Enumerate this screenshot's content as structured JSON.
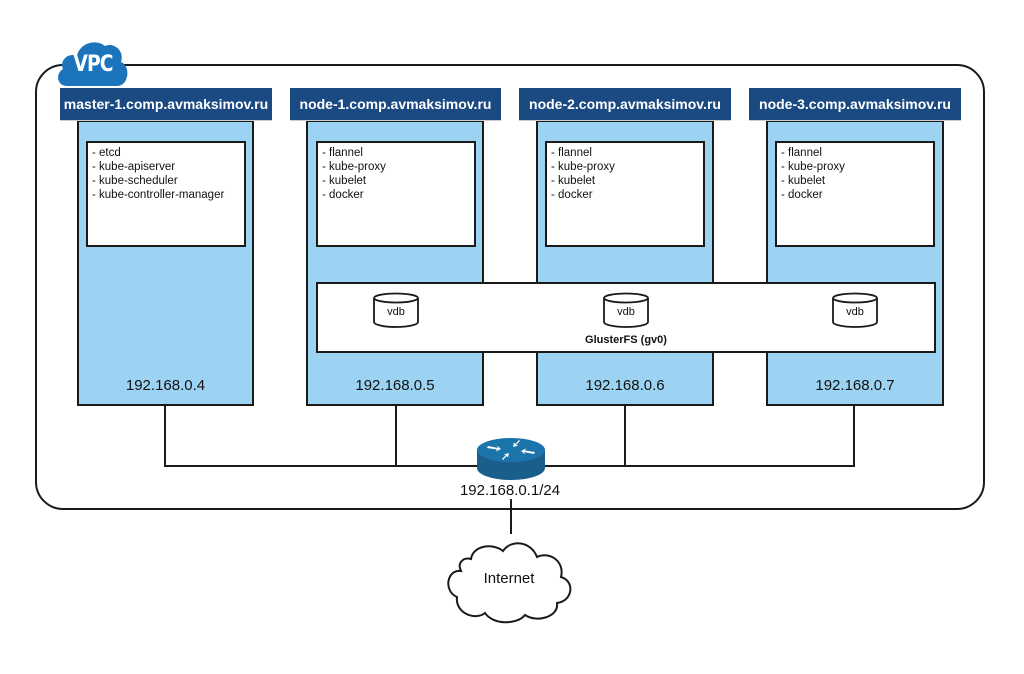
{
  "vpc": {
    "label": "VPC",
    "badge_color": "#1c75bc"
  },
  "colors": {
    "header_bg": "#1b4a82",
    "host_bg": "#9dd3f2",
    "router_color": "#1c6b9a"
  },
  "hosts": [
    {
      "name": "master-1.comp.avmaksimov.ru",
      "ip": "192.168.0.4",
      "services": [
        "- etcd",
        "- kube-apiserver",
        "- kube-scheduler",
        "- kube-controller-manager"
      ]
    },
    {
      "name": "node-1.comp.avmaksimov.ru",
      "ip": "192.168.0.5",
      "services": [
        "- flannel",
        "- kube-proxy",
        "- kubelet",
        "- docker"
      ]
    },
    {
      "name": "node-2.comp.avmaksimov.ru",
      "ip": "192.168.0.6",
      "services": [
        "- flannel",
        "- kube-proxy",
        "- kubelet",
        "- docker"
      ]
    },
    {
      "name": "node-3.comp.avmaksimov.ru",
      "ip": "192.168.0.7",
      "services": [
        "- flannel",
        "- kube-proxy",
        "- kubelet",
        "- docker"
      ]
    }
  ],
  "gluster": {
    "label": "GlusterFS (gv0)",
    "disks": [
      "vdb",
      "vdb",
      "vdb"
    ]
  },
  "router": {
    "ip": "192.168.0.1/24",
    "icon": "router-icon"
  },
  "internet": {
    "label": "Internet",
    "icon": "cloud-icon"
  }
}
